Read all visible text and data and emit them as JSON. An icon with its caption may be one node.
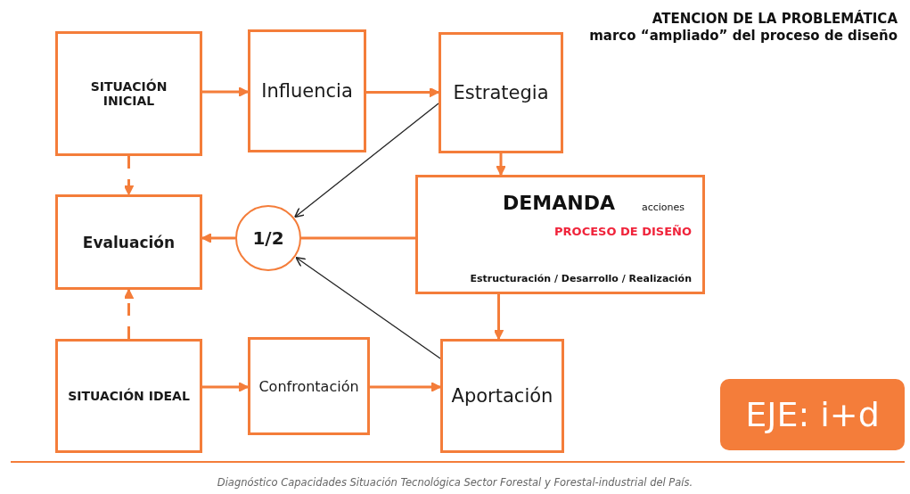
{
  "diagram": {
    "title": "ATENCION DE LA PROBLEMÁTICA",
    "caption": "Diagnóstico Capacidades Situación Tecnológica  Sector Forestal  y Forestal-industrial del País.",
    "nodes": [
      {
        "text": [
          "SITUACIÓN INICIAL"
        ]
      },
      {
        "text": [
          "Influencia"
        ]
      },
      {
        "text": [
          "Estrategia"
        ]
      },
      {
        "text": [
          "DEMANDA",
          "acciones",
          "PROCESO DE DISEÑO",
          "Estructuración / Desarrollo / Realización"
        ]
      },
      {
        "text": [
          "1/2"
        ]
      },
      {
        "text": [
          "Evaluación"
        ]
      },
      {
        "text": [
          "SITUACIÓN IDEAL"
        ]
      },
      {
        "text": [
          "Confrontación"
        ]
      },
      {
        "text": [
          "Aportación"
        ]
      },
      {
        "text": [
          "EJE: i+d"
        ]
      }
    ],
    "edges": [
      {
        "from": 0,
        "to": 1,
        "arrow": "to"
      },
      {
        "from": 1,
        "to": 2,
        "arrow": "to"
      },
      {
        "from": 2,
        "to": 3,
        "arrow": "to"
      },
      {
        "from": 2,
        "to": 4,
        "arrow": "to",
        "color": "#222222"
      },
      {
        "from": 3,
        "to": 4,
        "arrow": "none"
      },
      {
        "from": 4,
        "to": 5,
        "arrow": "to"
      },
      {
        "from": 0,
        "to": 5,
        "arrow": "to",
        "style": "dashed"
      },
      {
        "from": 6,
        "to": 5,
        "arrow": "to",
        "style": "dashed"
      },
      {
        "from": 3,
        "to": 8,
        "arrow": "to"
      },
      {
        "from": 8,
        "to": 4,
        "arrow": "to",
        "color": "#222222"
      },
      {
        "from": 6,
        "to": 7,
        "arrow": "to"
      },
      {
        "from": 7,
        "to": 8,
        "arrow": "to"
      }
    ],
    "labels": [
      "marco “ampliado” del proceso de diseño"
    ]
  }
}
